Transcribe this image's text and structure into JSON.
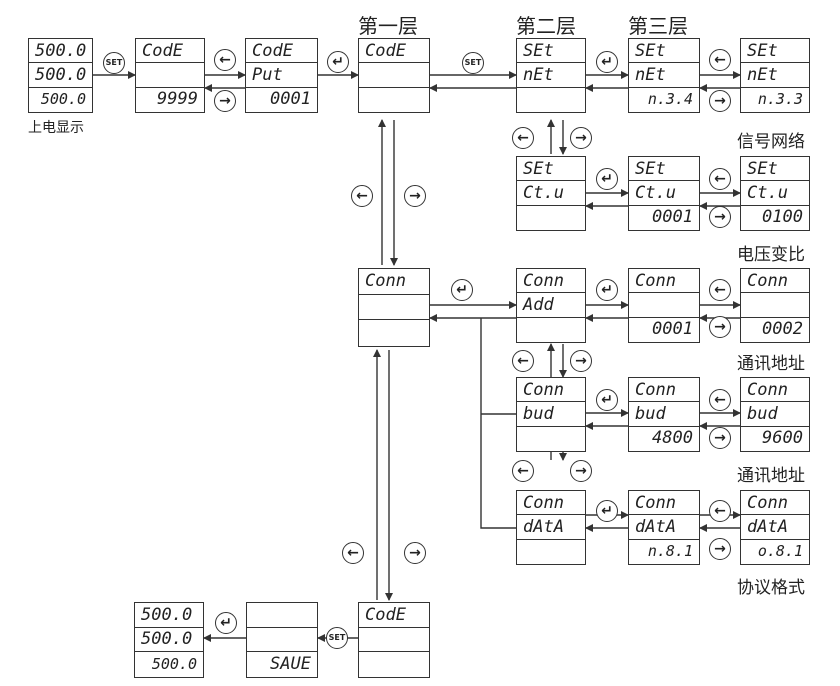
{
  "headers": {
    "layer1": "第一层",
    "layer2": "第二层",
    "layer3": "第三层"
  },
  "captions": {
    "power_on": "上电显示",
    "signal_network": "信号网络",
    "voltage_ratio": "电压变比",
    "comm_address": "通讯地址",
    "baud_rate": "通讯地址",
    "protocol_format": "协议格式"
  },
  "symbols": {
    "set": "SET",
    "left": "←",
    "right": "→",
    "enter": "↵",
    "up": "↑",
    "down": "↓"
  },
  "displays": {
    "power_on_start": [
      "500.0",
      "500.0",
      "500.0"
    ],
    "code_entry": [
      "CodE",
      "",
      "9999"
    ],
    "code_put": [
      "CodE",
      "Put",
      "0001"
    ],
    "l1_code": [
      "CodE",
      "",
      ""
    ],
    "set_net": [
      "SEt",
      "nEt",
      ""
    ],
    "set_net_edit": [
      "SEt",
      "nEt",
      "n.3.4"
    ],
    "set_net_result": [
      "SEt",
      "nEt",
      "n.3.3"
    ],
    "set_ctu": [
      "SEt",
      "Ct.u",
      ""
    ],
    "set_ctu_edit": [
      "SEt",
      "Ct.u",
      "0001"
    ],
    "set_ctu_result": [
      "SEt",
      "Ct.u",
      "0100"
    ],
    "l1_conn": [
      "Conn",
      "",
      ""
    ],
    "conn_add": [
      "Conn",
      "Add",
      ""
    ],
    "conn_add_edit": [
      "Conn",
      "",
      "0001"
    ],
    "conn_add_result": [
      "Conn",
      "",
      "0002"
    ],
    "conn_bud": [
      "Conn",
      "bud",
      ""
    ],
    "conn_bud_edit": [
      "Conn",
      "bud",
      "4800"
    ],
    "conn_bud_result": [
      "Conn",
      "bud",
      "9600"
    ],
    "conn_data": [
      "Conn",
      "dAtA",
      ""
    ],
    "conn_data_edit": [
      "Conn",
      "dAtA",
      "n.8.1"
    ],
    "conn_data_result": [
      "Conn",
      "dAtA",
      "o.8.1"
    ],
    "l1_code_bottom": [
      "CodE",
      "",
      ""
    ],
    "save": [
      "",
      "",
      "SAUE"
    ],
    "power_on_end": [
      "500.0",
      "500.0",
      "500.0"
    ]
  }
}
